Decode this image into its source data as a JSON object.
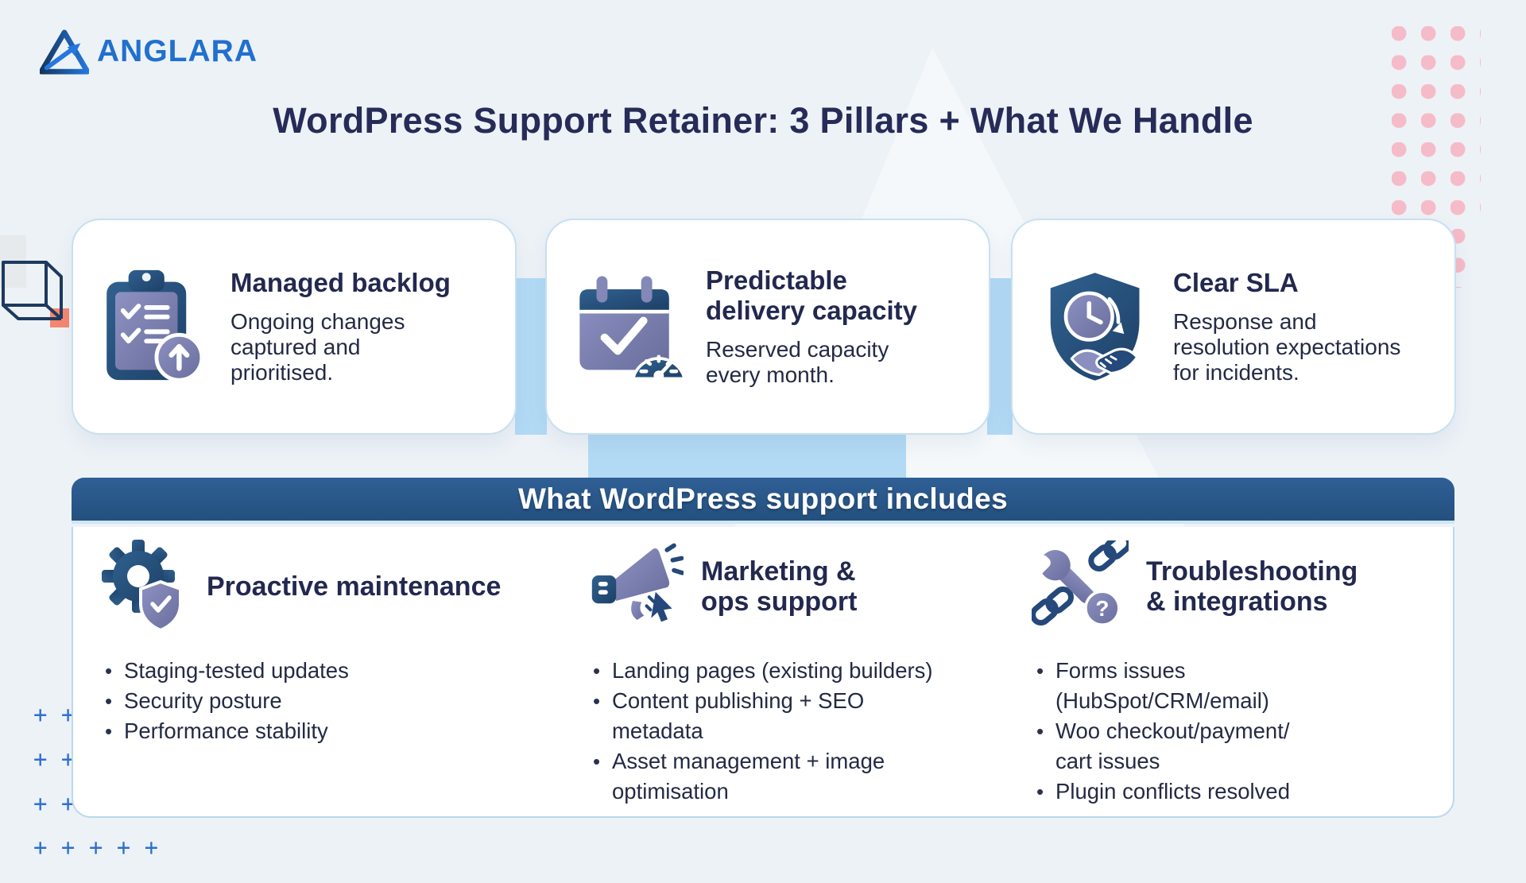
{
  "brand": {
    "name": "ANGLARA"
  },
  "page_title": "WordPress Support Retainer: 3 Pillars + What We Handle",
  "pillars": [
    {
      "icon": "clipboard-checklist-icon",
      "title": "Managed backlog",
      "description": "Ongoing changes\ncaptured and\nprioritised."
    },
    {
      "icon": "calendar-gauge-icon",
      "title": "Predictable\ndelivery capacity",
      "description": "Reserved capacity\nevery month."
    },
    {
      "icon": "shield-clock-handshake-icon",
      "title": "Clear SLA",
      "description": "Response and\nresolution expectations\nfor incidents."
    }
  ],
  "includes": {
    "banner": "What WordPress support includes",
    "columns": [
      {
        "icon": "gear-shield-icon",
        "title": "Proactive maintenance",
        "items": [
          "Staging-tested updates",
          "Security posture",
          "Performance stability"
        ]
      },
      {
        "icon": "megaphone-cursor-icon",
        "title": "Marketing &\nops support",
        "items": [
          "Landing pages (existing builders)",
          "Content publishing + SEO\nmetadata",
          "Asset management + image\noptimisation"
        ]
      },
      {
        "icon": "wrench-chain-question-icon",
        "title": "Troubleshooting\n& integrations",
        "items": [
          "Forms issues\n(HubSpot/CRM/email)",
          "Woo checkout/payment/\ncart issues",
          "Plugin conflicts resolved"
        ]
      }
    ]
  },
  "decor": {
    "plus_rows": [
      "+ +",
      "+ +",
      "+ +",
      "+ + + + +"
    ]
  },
  "colors": {
    "accent_blue": "#2170ce",
    "navy": "#24497a",
    "purple": "#7b7fae",
    "banner": "#2a5585",
    "pink_dot": "#f6bbc8",
    "salmon": "#f5876f",
    "connector": "#b3daf5",
    "heading": "#23284f"
  }
}
